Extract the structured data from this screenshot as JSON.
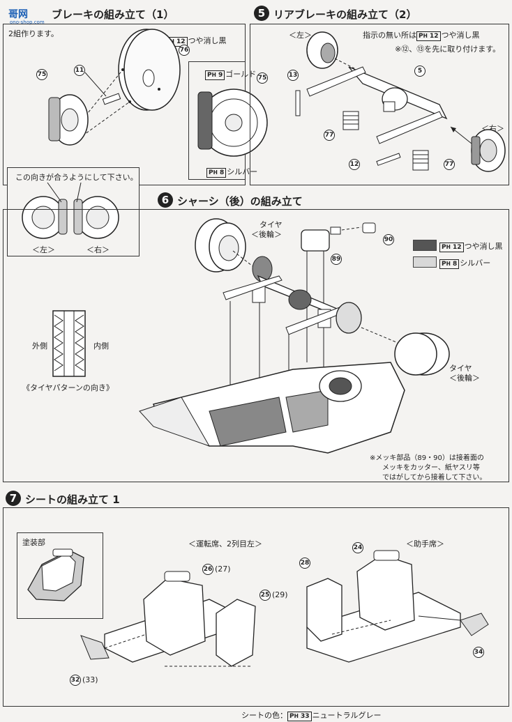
{
  "watermark": {
    "main": "哥网",
    "sub": "ono-shop.com"
  },
  "step4": {
    "title": "ブレーキの組み立て（1）",
    "note": "2組作ります。",
    "paint_top": "つや消し黒",
    "paint_gold": "ゴールド",
    "paint_silver": "シルバー",
    "ph12": "12",
    "ph9": "9",
    "ph8": "8",
    "orient_note": "この向きが合うようにして下さい。",
    "left": "＜左＞",
    "right": "＜右＞"
  },
  "step5": {
    "number": "5",
    "title": "リアブレーキの組み立て（2）",
    "left": "＜左＞",
    "right": "＜右＞",
    "note1_pre": "指示の無い所は",
    "note1_post": "つや消し黒",
    "note2": "※⑫、⑬を先に取り付けます。",
    "ph12": "12"
  },
  "step6": {
    "number": "6",
    "title": "シャーシ（後）の組み立て",
    "tire_top": "タイヤ",
    "tire_top_sub": "＜後輪＞",
    "tire_bottom": "タイヤ",
    "tire_bottom_sub": "＜後輪＞",
    "legend_black": "つや消し黒",
    "legend_silver": "シルバー",
    "ph12": "12",
    "ph8": "8",
    "outer": "外側",
    "inner": "内側",
    "pattern": "《タイヤパターンの向き》",
    "chrome_note1": "※メッキ部品（89・90）は接着面の",
    "chrome_note2": "メッキをカッター、紙ヤスリ等",
    "chrome_note3": "ではがしてから接着して下さい。"
  },
  "step7": {
    "number": "7",
    "title": "シートの組み立て 1",
    "paint_area": "塗装部",
    "driver": "＜運転席、2列目左＞",
    "passenger": "＜助手席＞",
    "seat_color_pre": "シートの色：",
    "seat_color_post": "ニュートラルグレー",
    "ph33": "33"
  },
  "callouts": {
    "c75a": "75",
    "c11": "11",
    "c76": "76",
    "c75b": "75",
    "c13": "13",
    "c5": "5",
    "c77a": "77",
    "c12": "12",
    "c77b": "77",
    "c90": "90",
    "c89": "89",
    "c26": "26",
    "c27": "(27)",
    "c25": "25",
    "c29": "(29)",
    "c28": "28",
    "c24": "24",
    "c32": "32",
    "c33": "(33)",
    "c34": "34"
  },
  "colors": {
    "black_swatch": "#555555",
    "silver_swatch": "#d8d8d8",
    "logo": "#1b5fb5"
  }
}
